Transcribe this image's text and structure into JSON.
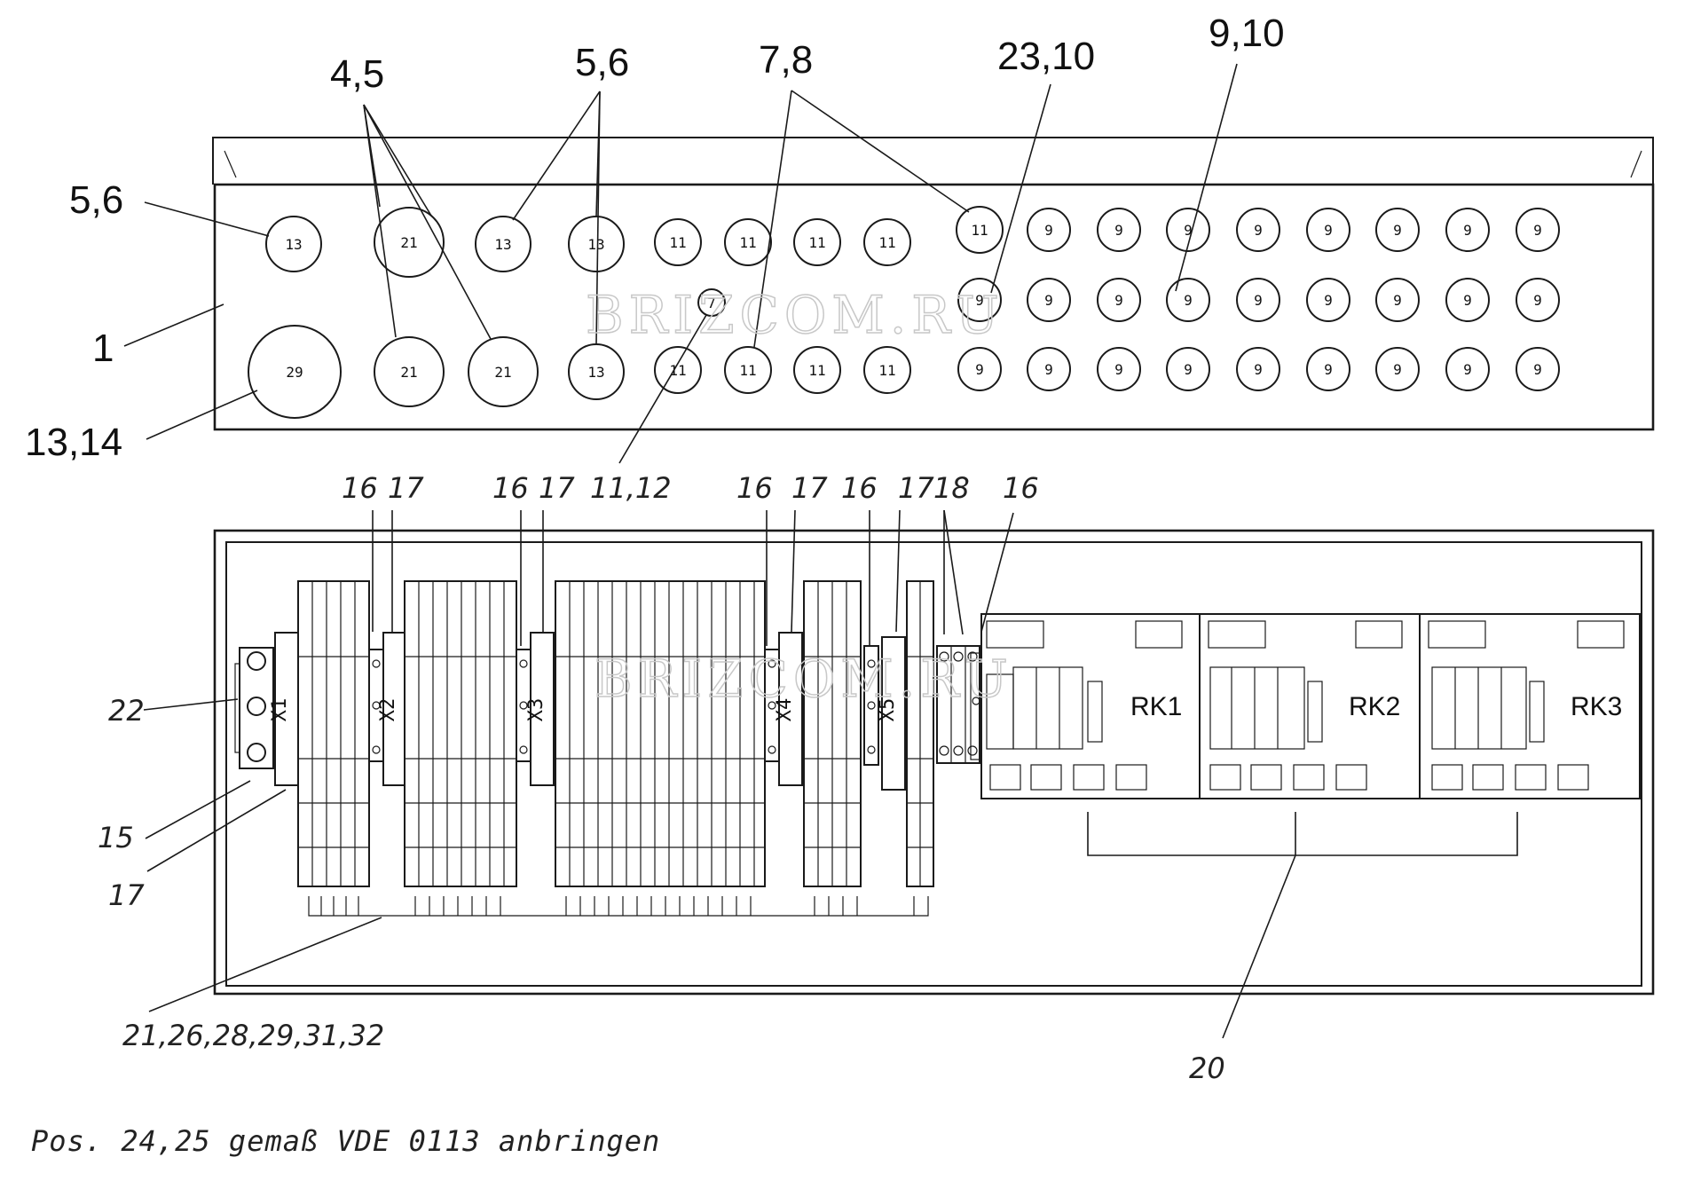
{
  "watermark": "BRIZCOM.RU",
  "labels": {
    "top_4_5": "4,5",
    "top_5_6_a": "5,6",
    "top_7_8": "7,8",
    "top_23_10": "23,10",
    "top_9_10": "9,10",
    "left_5_6": "5,6",
    "left_1": "1",
    "left_13_14": "13,14",
    "mid_16_a": "16",
    "mid_17_a": "17",
    "mid_16_b": "16",
    "mid_17_b": "17",
    "mid_11_12": "11,12",
    "mid_16_c": "16",
    "mid_17_c": "17",
    "mid_16_d": "16",
    "mid_17_18": "17",
    "mid_18": "18",
    "mid_16_e": "16",
    "left_22": "22",
    "left_15": "15",
    "left_17": "17",
    "bottom_parts": "21,26,28,29,31,32",
    "bottom_20": "20"
  },
  "holes": {
    "row1": [
      "13",
      "21",
      "13",
      "13",
      "11",
      "11",
      "11",
      "11",
      "11",
      "9",
      "9",
      "9",
      "9",
      "9",
      "9",
      "9",
      "9"
    ],
    "row2_small": "7",
    "row2": [
      "9",
      "9",
      "9",
      "9",
      "9",
      "9",
      "9",
      "9",
      "9"
    ],
    "row3": [
      "29",
      "21",
      "21",
      "13",
      "11",
      "11",
      "11",
      "11",
      "9",
      "9",
      "9",
      "9",
      "9",
      "9",
      "9",
      "9",
      "9"
    ]
  },
  "terminals": [
    "X1",
    "X2",
    "X3",
    "X4",
    "X5"
  ],
  "relays": [
    "RK1",
    "RK2",
    "RK3"
  ],
  "note": "Pos. 24,25 gemaß VDE 0113 anbringen"
}
